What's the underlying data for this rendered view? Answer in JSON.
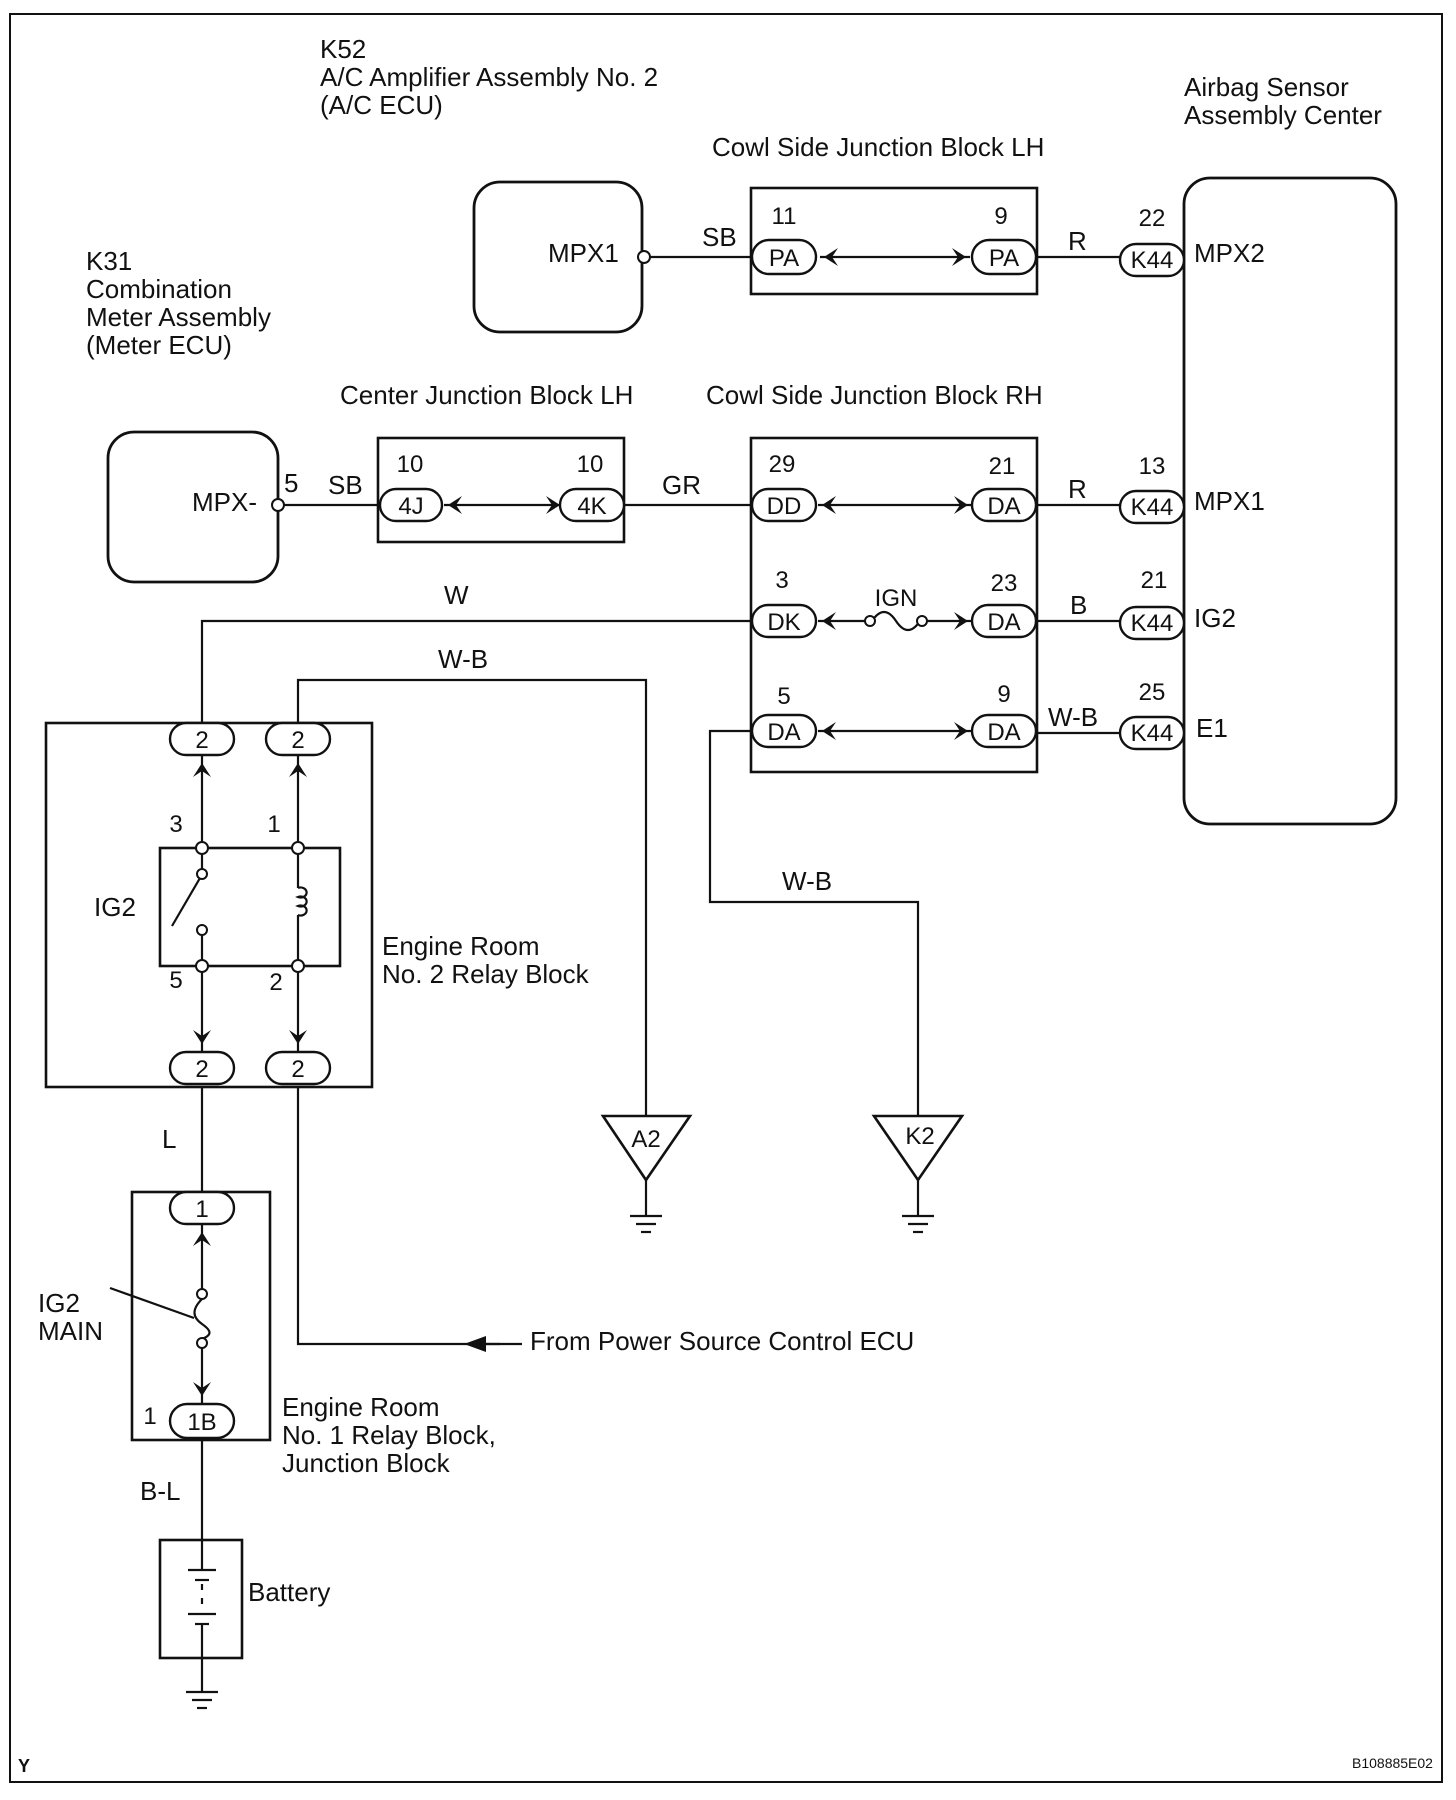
{
  "components": {
    "ac_ecu": {
      "code": "K52",
      "name1": "A/C Amplifier Assembly No. 2",
      "name2": "(A/C ECU)",
      "pin": "MPX1"
    },
    "meter_ecu": {
      "code": "K31",
      "name1": "Combination",
      "name2": "Meter Assembly",
      "name3": "(Meter ECU)",
      "pin": "MPX-",
      "pin_no": "5"
    },
    "airbag": {
      "name1": "Airbag Sensor",
      "name2": "Assembly Center",
      "pins": [
        {
          "no": "22",
          "conn": "K44",
          "name": "MPX2"
        },
        {
          "no": "13",
          "conn": "K44",
          "name": "MPX1"
        },
        {
          "no": "21",
          "conn": "K44",
          "name": "IG2"
        },
        {
          "no": "25",
          "conn": "K44",
          "name": "E1"
        }
      ]
    },
    "cowl_lh": {
      "title": "Cowl Side Junction Block LH",
      "left": {
        "no": "11",
        "conn": "PA"
      },
      "right": {
        "no": "9",
        "conn": "PA"
      }
    },
    "center_lh": {
      "title": "Center Junction Block LH",
      "left": {
        "no": "10",
        "conn": "4J"
      },
      "right": {
        "no": "10",
        "conn": "4K"
      }
    },
    "cowl_rh": {
      "title": "Cowl Side Junction Block RH",
      "rows": [
        {
          "left_no": "29",
          "left_conn": "DD",
          "right_no": "21",
          "right_conn": "DA"
        },
        {
          "left_no": "3",
          "left_conn": "DK",
          "right_no": "23",
          "right_conn": "DA",
          "fuse": "IGN"
        },
        {
          "left_no": "5",
          "left_conn": "DA",
          "right_no": "9",
          "right_conn": "DA"
        }
      ]
    },
    "relay2": {
      "title1": "Engine Room",
      "title2": "No. 2 Relay Block",
      "relay": "IG2",
      "top_conn": [
        "2",
        "2"
      ],
      "bottom_conn": [
        "2",
        "2"
      ],
      "pins": [
        "3",
        "1",
        "5",
        "2"
      ]
    },
    "relay1": {
      "title1": "Engine Room",
      "title2": "No. 1 Relay Block,",
      "title3": "Junction Block",
      "fuse1": "IG2",
      "fuse2": "MAIN",
      "top_conn": "1",
      "bottom_conn": "1B",
      "bottom_no": "1"
    },
    "battery": {
      "label": "Battery"
    },
    "grounds": [
      "A2",
      "K2"
    ]
  },
  "wires": {
    "sb1": "SB",
    "r1": "R",
    "sb2": "SB",
    "gr": "GR",
    "r2": "R",
    "b": "B",
    "wb1": "W-B",
    "w": "W",
    "wb2": "W-B",
    "wb3": "W-B",
    "l": "L",
    "bl": "B-L"
  },
  "notes": {
    "from_ecu": "From Power Source Control ECU",
    "corner_left": "Y",
    "corner_right": "B108885E02"
  }
}
